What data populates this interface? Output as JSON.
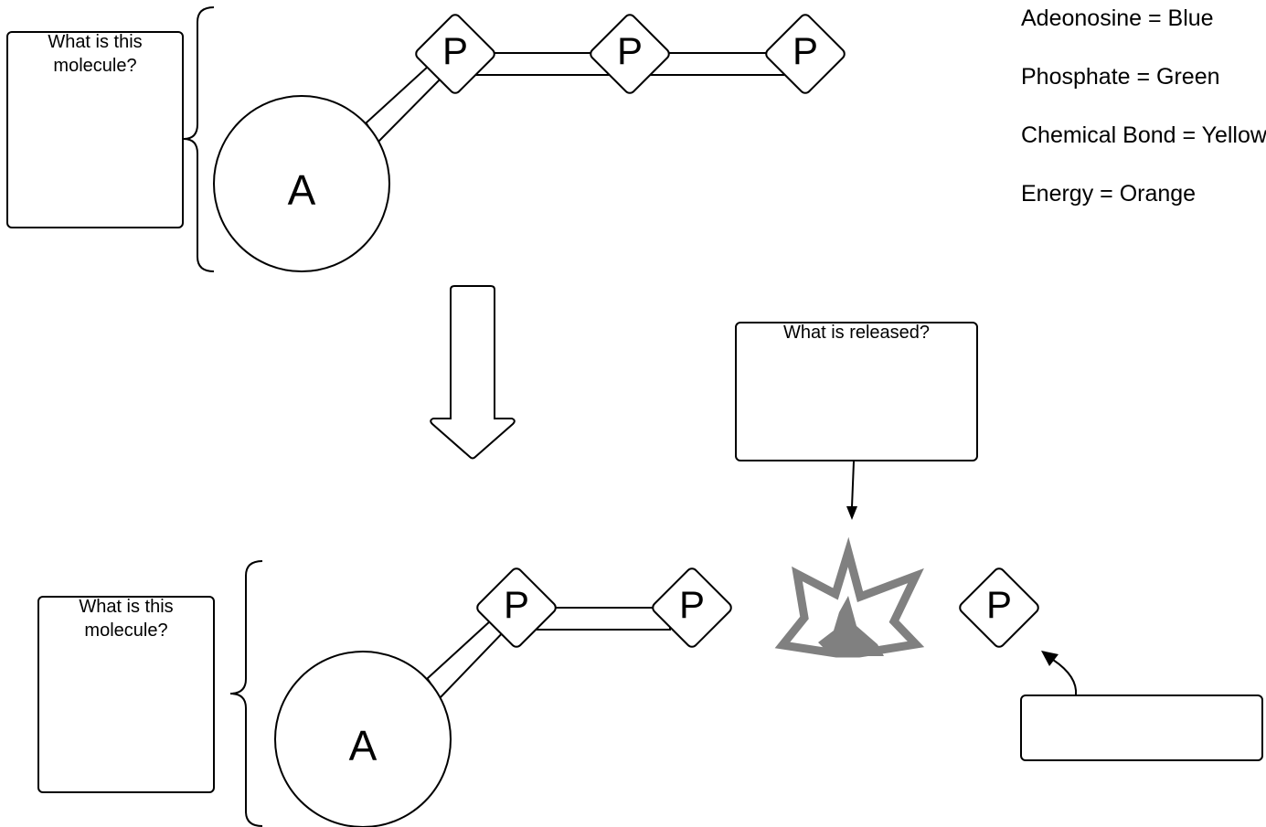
{
  "top_molecule": {
    "question_box": {
      "line1": "What is this",
      "line2": "molecule?"
    },
    "adenosine_label": "A",
    "phosphates": [
      "P",
      "P",
      "P"
    ]
  },
  "bottom_molecule": {
    "question_box": {
      "line1": "What is this",
      "line2": "molecule?"
    },
    "adenosine_label": "A",
    "phosphates": [
      "P",
      "P"
    ]
  },
  "released_box": {
    "label": "What is released?"
  },
  "energy_symbol": {
    "icon": "explosion-icon",
    "color": "#808080"
  },
  "free_phosphate": {
    "label": "P"
  },
  "free_phosphate_box": {
    "label": ""
  },
  "legend": {
    "items": [
      "Adeonosine = Blue",
      "Phosphate = Green",
      "Chemical Bond = Yellow",
      "Energy = Orange"
    ]
  }
}
